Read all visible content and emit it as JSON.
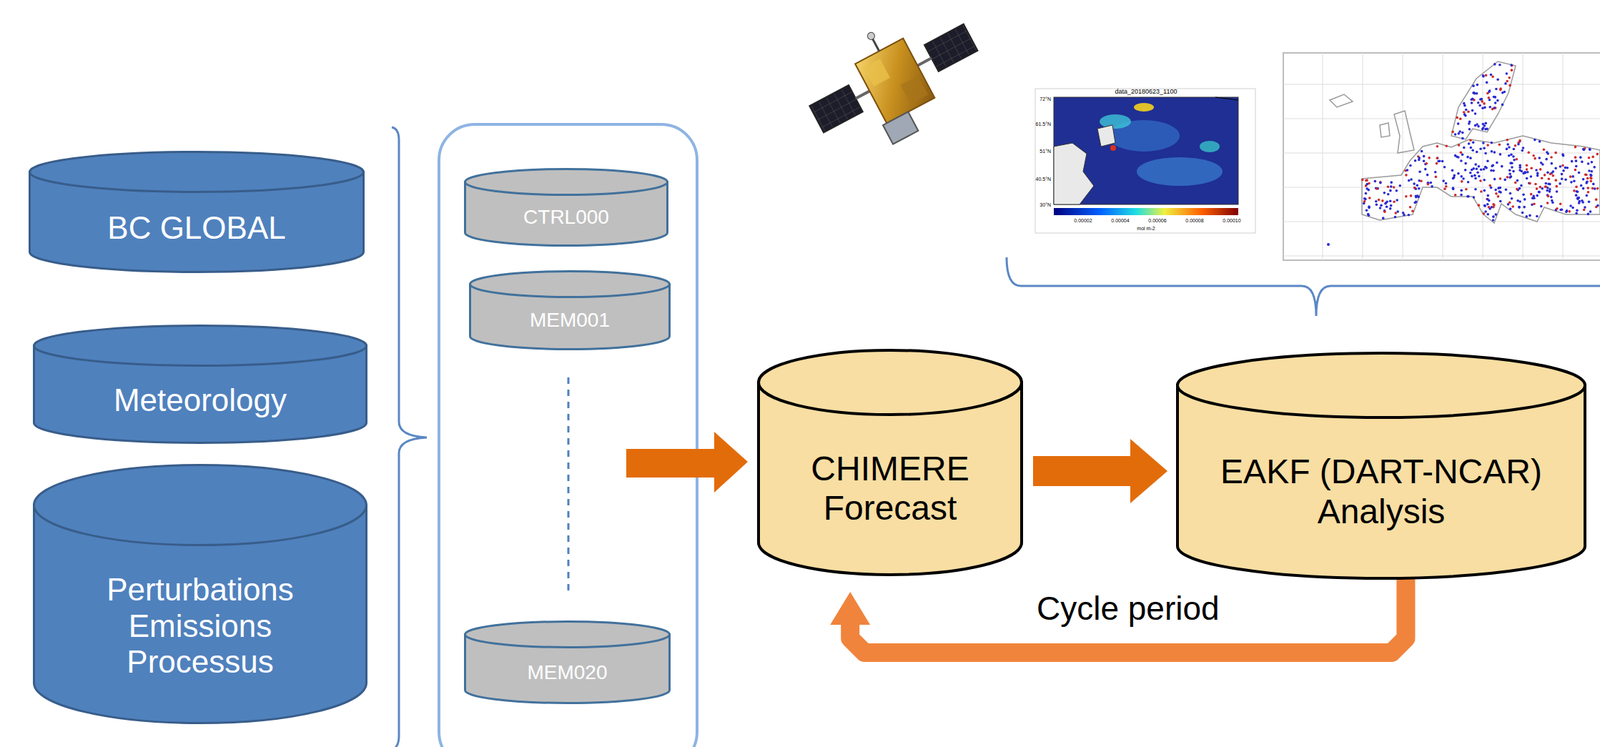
{
  "diagram": {
    "nodes": [
      {
        "text": [
          "BC GLOBAL"
        ]
      },
      {
        "text": [
          "Meteorology"
        ]
      },
      {
        "text": [
          "Perturbations Emissions Processus"
        ]
      },
      {
        "text": [
          "CTRL000"
        ]
      },
      {
        "text": [
          "MEM001"
        ]
      },
      {
        "text": [
          "MEM020"
        ]
      },
      {
        "text": [
          "CHIMERE Forecast"
        ]
      },
      {
        "text": [
          "EAKF (DART-NCAR) Analysis"
        ]
      }
    ],
    "edges": [
      {
        "from": 6,
        "to": 7,
        "arrow": "to"
      },
      {
        "from": 7,
        "to": 6,
        "label": "Cycle period",
        "arrow": "to"
      }
    ],
    "labels": [
      "data_20180623_1100",
      "72°N",
      "61.5°N",
      "51°N",
      "40.5°N",
      "30°N",
      "0.00002",
      "0.00004",
      "0.00006",
      "0.00008",
      "0.00010",
      "mol m-2"
    ]
  }
}
